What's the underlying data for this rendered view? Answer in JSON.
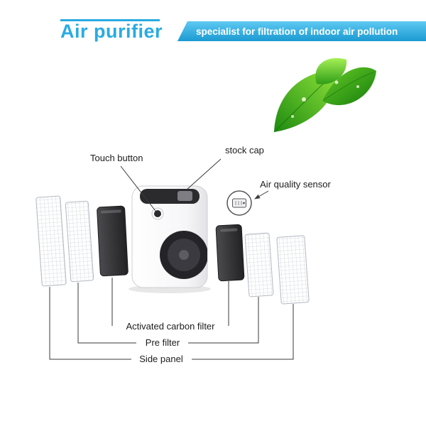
{
  "header": {
    "title": "Air purifier",
    "tagline": "specialist for filtration of indoor air pollution"
  },
  "diagram": {
    "labels": {
      "touch_button": "Touch button",
      "stock_cap": "stock cap",
      "air_quality_sensor": "Air quality sensor",
      "activated_carbon_filter": "Activated carbon filter",
      "pre_filter": "Pre filter",
      "side_panel": "Side panel"
    }
  },
  "colors": {
    "brand_blue": "#29abe2",
    "banner_gradient_top": "#5ec9f2",
    "banner_gradient_bottom": "#1b9ad2",
    "leaf_green": "#3fae21",
    "line_color": "#3a3a3a"
  }
}
